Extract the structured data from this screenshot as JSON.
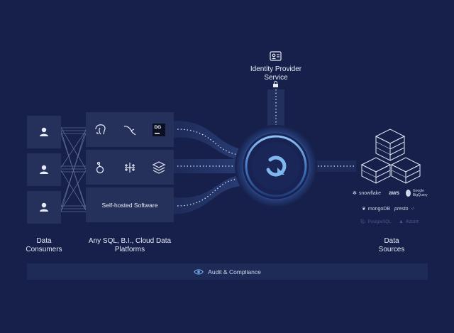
{
  "identity": {
    "title_line1": "Identity Provider",
    "title_line2": "Service"
  },
  "consumers": {
    "label_line1": "Data",
    "label_line2": "Consumers"
  },
  "platforms": {
    "label_line1": "Any SQL, B.I., Cloud Data",
    "label_line2": "Platforms",
    "row1_icons": [
      "postgresql-icon",
      "mysql-icon",
      "datagrip-icon"
    ],
    "row2_icons": [
      "looker-icon",
      "tableau-icon",
      "databricks-icon"
    ],
    "datagrip_text": "DG",
    "self_hosted": "Self-hosted Software"
  },
  "sources": {
    "label_line1": "Data",
    "label_line2": "Sources",
    "vendors": [
      "snowflake",
      "aws",
      "Google BigQuery",
      "mongoDB",
      "presto",
      "PostgreSQL",
      "Azure"
    ]
  },
  "audit": {
    "label": "Audit & Compliance",
    "icon": "eye-icon"
  },
  "colors": {
    "background": "#16204a",
    "box": "#26315b",
    "accent": "#4f8fd6",
    "hub_ring": "#2a3a6e"
  }
}
